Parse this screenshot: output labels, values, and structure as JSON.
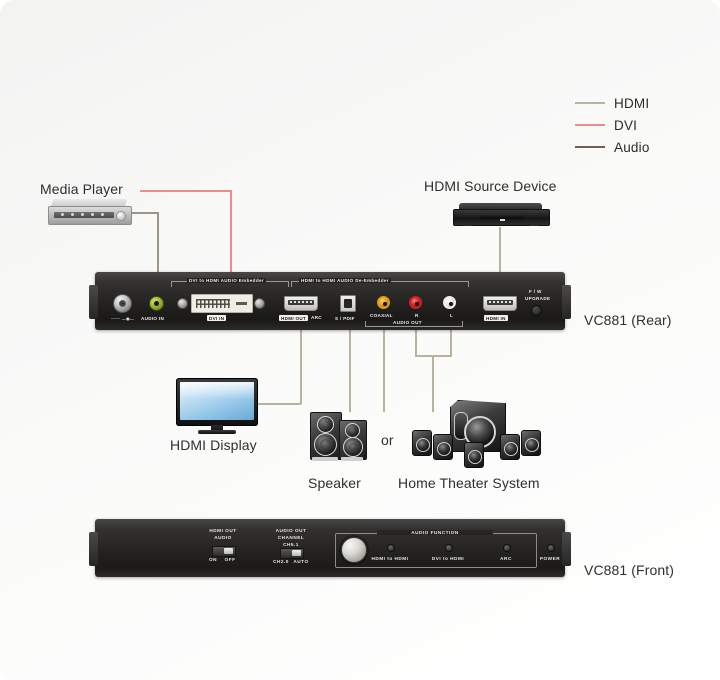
{
  "legend": {
    "items": [
      {
        "label": "HDMI",
        "color": "#b9b39b"
      },
      {
        "label": "DVI",
        "color": "#e6908c"
      },
      {
        "label": "Audio",
        "color": "#6e6149"
      }
    ]
  },
  "devices": {
    "media_player": {
      "label": "Media Player"
    },
    "hdmi_source": {
      "label": "HDMI Source Device"
    },
    "hdmi_display": {
      "label": "HDMI Display"
    },
    "speaker": {
      "label": "Speaker"
    },
    "or_separator": {
      "label": "or"
    },
    "home_theater": {
      "label": "Home Theater System"
    }
  },
  "rear_panel": {
    "caption": "VC881 (Rear)",
    "sections": [
      {
        "label": "DVI to HDMI AUDIO Embedder"
      },
      {
        "label": "HDMI to HDMI AUDIO De-Embedder"
      }
    ],
    "ports": [
      {
        "name": "power-jack",
        "label": ""
      },
      {
        "name": "audio-in",
        "label": "AUDIO IN"
      },
      {
        "name": "dvi-in",
        "label": "DVI IN"
      },
      {
        "name": "hdmi-out",
        "label": "HDMI OUT"
      },
      {
        "name": "arc",
        "label": "ARC"
      },
      {
        "name": "spdif",
        "label": "S / PDIF"
      },
      {
        "name": "coaxial",
        "label": "COAXIAL"
      },
      {
        "name": "audio-out-r",
        "label": "R"
      },
      {
        "name": "audio-out-l",
        "label": "L"
      },
      {
        "name": "hdmi-in",
        "label": "HDMI IN"
      },
      {
        "name": "fw-upgrade",
        "label": "F / W\nUPGRADE"
      }
    ],
    "audio_out_group": "AUDIO  OUT",
    "fw_line1": "F / W",
    "fw_line2": "UPGRADE"
  },
  "front_panel": {
    "caption": "VC881 (Front)",
    "hdmi_out_audio": {
      "title_line1": "HDMI OUT",
      "title_line2": "AUDIO",
      "option_left": "ON",
      "option_right": "OFF"
    },
    "audio_out_channel": {
      "title_line1": "AUDIO OUT",
      "title_line2": "CHANNEL",
      "option_top": "CH5.1",
      "option_left": "CH2.0",
      "option_right": "AUTO"
    },
    "audio_function": {
      "title": "AUDIO  FUNCTION",
      "leds": [
        {
          "label": "HDMI to HDMI"
        },
        {
          "label": "DVI to HDMI"
        },
        {
          "label": "ARC"
        }
      ]
    },
    "power_led": {
      "label": "POWER"
    }
  }
}
